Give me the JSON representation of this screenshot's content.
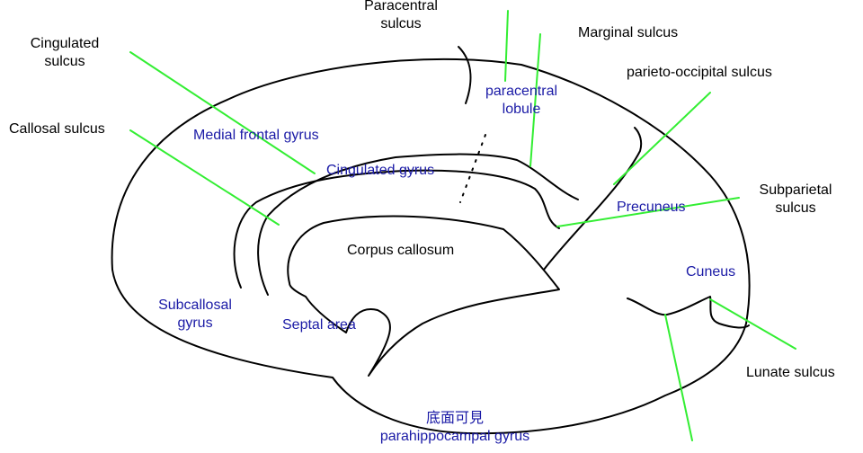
{
  "colors": {
    "outline": "#000000",
    "pointer": "#33ee33",
    "sulcus_text": "#000000",
    "gyrus_text": "#1a1aa6"
  },
  "sulci": {
    "paracentral": [
      "Paracentral",
      "sulcus"
    ],
    "marginal": "Marginal sulcus",
    "cingulated": [
      "Cingulated",
      "sulcus"
    ],
    "parieto_occipital": "parieto-occipital sulcus",
    "callosal": "Callosal sulcus",
    "subparietal": [
      "Subparietal",
      "sulcus"
    ],
    "lunate": "Lunate sulcus",
    "corpus_callosum": "Corpus callosum"
  },
  "gyri": {
    "paracentral_lobule": [
      "paracentral",
      "lobule"
    ],
    "medial_frontal": "Medial frontal gyrus",
    "cingulated": "Cingulated gyrus",
    "precuneus": "Precuneus",
    "cuneus": "Cuneus",
    "subcallosal": [
      "Subcallosal",
      "gyrus"
    ],
    "septal_area": "Septal area",
    "parahippocampal": [
      "底面可見",
      "parahippocampal gyrus"
    ]
  }
}
